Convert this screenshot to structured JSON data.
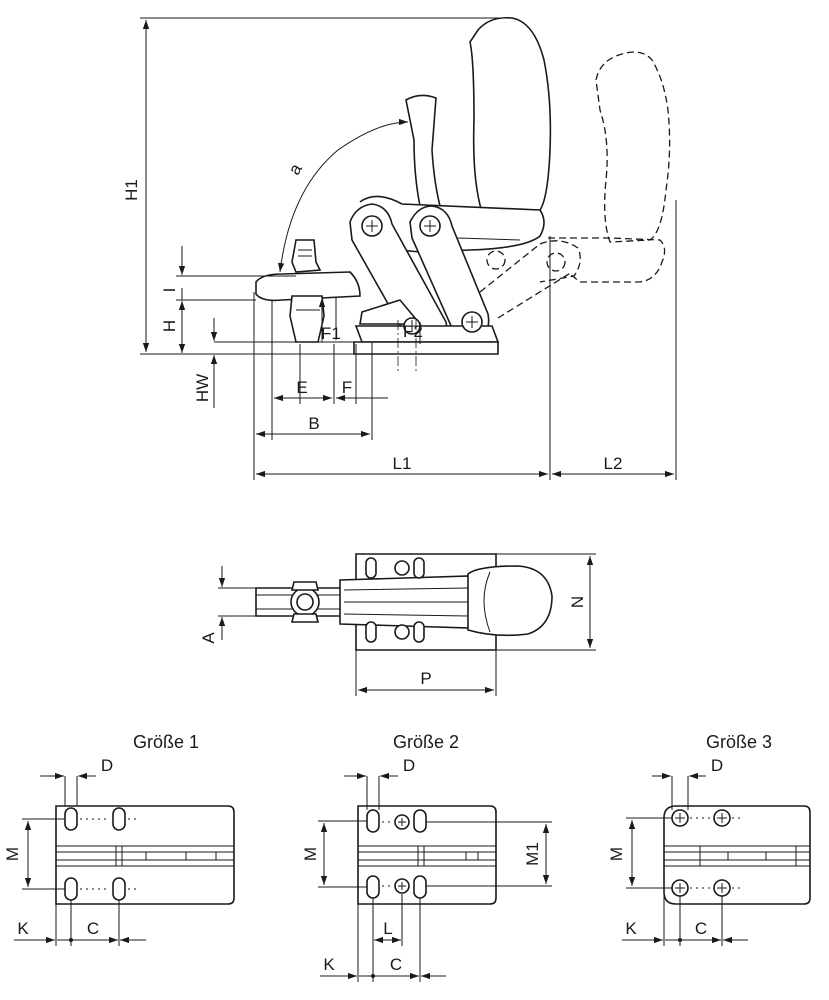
{
  "side_view": {
    "labels": {
      "H1": "H1",
      "a": "a",
      "I": "I",
      "H": "H",
      "HW": "HW",
      "F1": "F1",
      "F2": "F2",
      "E": "E",
      "F": "F",
      "B": "B",
      "L1": "L1",
      "L2": "L2"
    }
  },
  "top_view": {
    "labels": {
      "A": "A",
      "N": "N",
      "P": "P"
    }
  },
  "size_views": [
    {
      "title": "Größe 1",
      "labels": {
        "D": "D",
        "M": "M",
        "K": "K",
        "C": "C"
      }
    },
    {
      "title": "Größe 2",
      "labels": {
        "D": "D",
        "M": "M",
        "M1": "M1",
        "L": "L",
        "K": "K",
        "C": "C"
      }
    },
    {
      "title": "Größe 3",
      "labels": {
        "D": "D",
        "M": "M",
        "K": "K",
        "C": "C"
      }
    }
  ]
}
